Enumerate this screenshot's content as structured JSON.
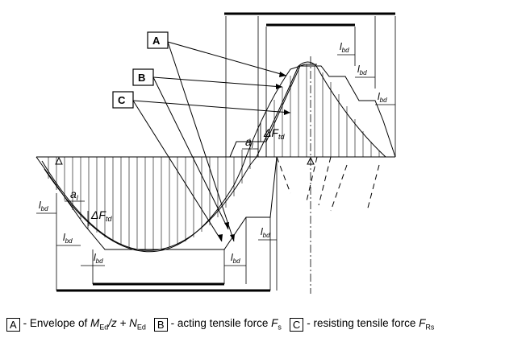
{
  "labels": {
    "A": "A",
    "B": "B",
    "C": "C",
    "lbd": "l",
    "bd": "bd",
    "al": "a",
    "l": "l",
    "dF": "ΔF",
    "td": "td"
  },
  "legend": {
    "a_box": "A",
    "a_text": "- Envelope of ",
    "a_m": "M",
    "a_m_sub": "Ed",
    "a_z": "/z + N",
    "a_n_sub": "Ed",
    "b_box": "B",
    "b_text": "- acting tensile force ",
    "b_f": "F",
    "b_sub": "s",
    "c_box": "C",
    "c_text": "- resisting tensile force ",
    "c_f": "F",
    "c_sub": "Rs"
  }
}
